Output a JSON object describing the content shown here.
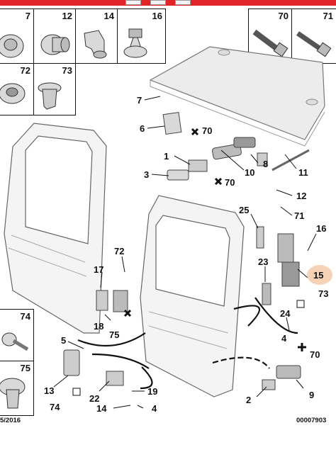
{
  "header_bar": {
    "color": "#e0242a"
  },
  "parts_grid": [
    {
      "id": "cell-7",
      "num": "7"
    },
    {
      "id": "cell-12",
      "num": "12"
    },
    {
      "id": "cell-14",
      "num": "14"
    },
    {
      "id": "cell-16",
      "num": "16"
    },
    {
      "id": "cell-70",
      "num": "70"
    },
    {
      "id": "cell-71",
      "num": "71"
    },
    {
      "id": "cell-72",
      "num": "72"
    },
    {
      "id": "cell-73",
      "num": "73"
    },
    {
      "id": "cell-74",
      "num": "74"
    },
    {
      "id": "cell-75",
      "num": "75"
    }
  ],
  "callouts": {
    "c7": "7",
    "c6": "6",
    "c70a": "70",
    "c1": "1",
    "c3": "3",
    "c10": "10",
    "c70b": "70",
    "c8": "8",
    "c11": "11",
    "c12": "12",
    "c71": "71",
    "c25": "25",
    "c16": "16",
    "c72": "72",
    "c17": "17",
    "c23": "23",
    "c15": "15",
    "c73": "73",
    "c18": "18",
    "c75": "75",
    "c24": "24",
    "c4": "4",
    "c70c": "70",
    "c5": "5",
    "c13": "13",
    "c74": "74",
    "c22": "22",
    "c19": "19",
    "c14": "14",
    "c4b": "4",
    "c2": "2",
    "c9": "9"
  },
  "highlighted_part": "15",
  "footer": {
    "date": "5/2016",
    "code": "00007903"
  },
  "colors": {
    "highlight": "#f4c8a4",
    "lines": "#111111",
    "parts": "#d9d9d9"
  }
}
